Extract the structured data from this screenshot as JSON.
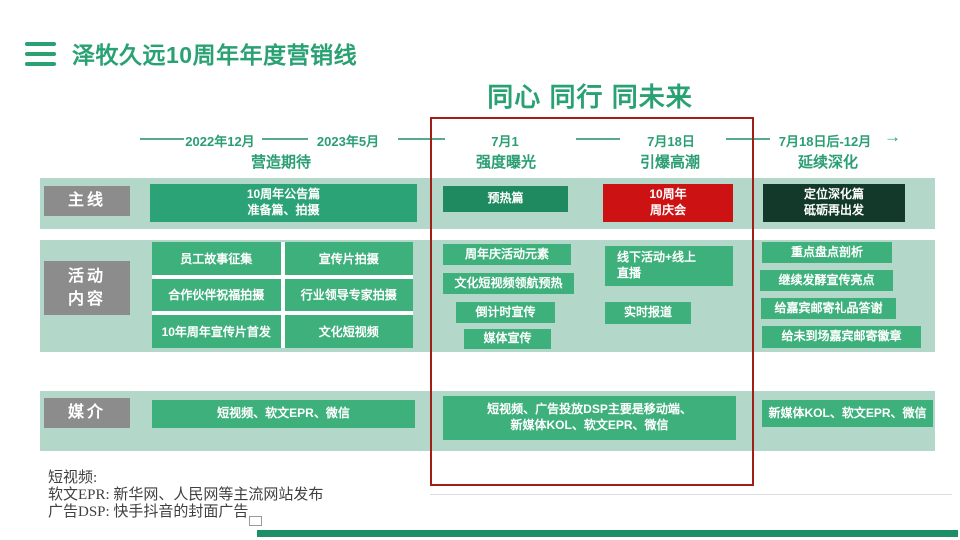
{
  "colors": {
    "accent_green": "#2aa173",
    "row_background": "#b3d8c9",
    "box_green": "#3eb07c",
    "box_dark_green": "#1f8a60",
    "box_red": "#cc1212",
    "box_deep_green": "#12392a",
    "label_gray": "#8c8c8c",
    "highlight_red": "#a01e18",
    "footer_bar_green": "#1d8f68"
  },
  "header": {
    "title": "泽牧久远10周年年度营销线"
  },
  "slogan": "同心 同行 同未来",
  "timeline": {
    "dates": [
      "2022年12月",
      "2023年5月",
      "7月1",
      "7月18日",
      "7月18日后-12月"
    ],
    "phases": [
      "营造期待",
      "强度曝光",
      "引爆高潮",
      "延续深化"
    ],
    "arrow": "→"
  },
  "mainline": {
    "label": "主线",
    "announce_line1": "10周年公告篇",
    "announce_line2": "准备篇、拍摄",
    "preheat": "预热篇",
    "anniv_line1": "10周年",
    "anniv_line2": "周庆会",
    "deepen_line1": "定位深化篇",
    "deepen_line2": "砥砺再出发"
  },
  "activities": {
    "label_line1": "活动",
    "label_line2": "内容",
    "expect_col1": [
      "员工故事征集",
      "合作伙伴祝福拍摄",
      "10年周年宣传片首发"
    ],
    "expect_col2": [
      "宣传片拍摄",
      "行业领导专家拍摄",
      "文化短视频"
    ],
    "exposure": [
      "周年庆活动元素",
      "文化短视频领航预热",
      "倒计时宣传",
      "媒体宣传"
    ],
    "climax_live_line1": "线下活动+线上",
    "climax_live_line2": "直播",
    "climax_report": "实时报道",
    "extend": [
      "重点盘点剖析",
      "继续发酵宣传亮点",
      "给嘉宾邮寄礼品答谢",
      "给未到场嘉宾邮寄徽章"
    ]
  },
  "media": {
    "label": "媒介",
    "expect_box": "短视频、软文EPR、微信",
    "exposure_line1": "短视频、广告投放DSP主要是移动端、",
    "exposure_line2": "新媒体KOL、软文EPR、微信",
    "extend_box": "新媒体KOL、软文EPR、微信"
  },
  "footnotes": [
    "短视频:",
    "软文EPR: 新华网、人民网等主流网站发布",
    "广告DSP: 快手抖音的封面广告"
  ]
}
